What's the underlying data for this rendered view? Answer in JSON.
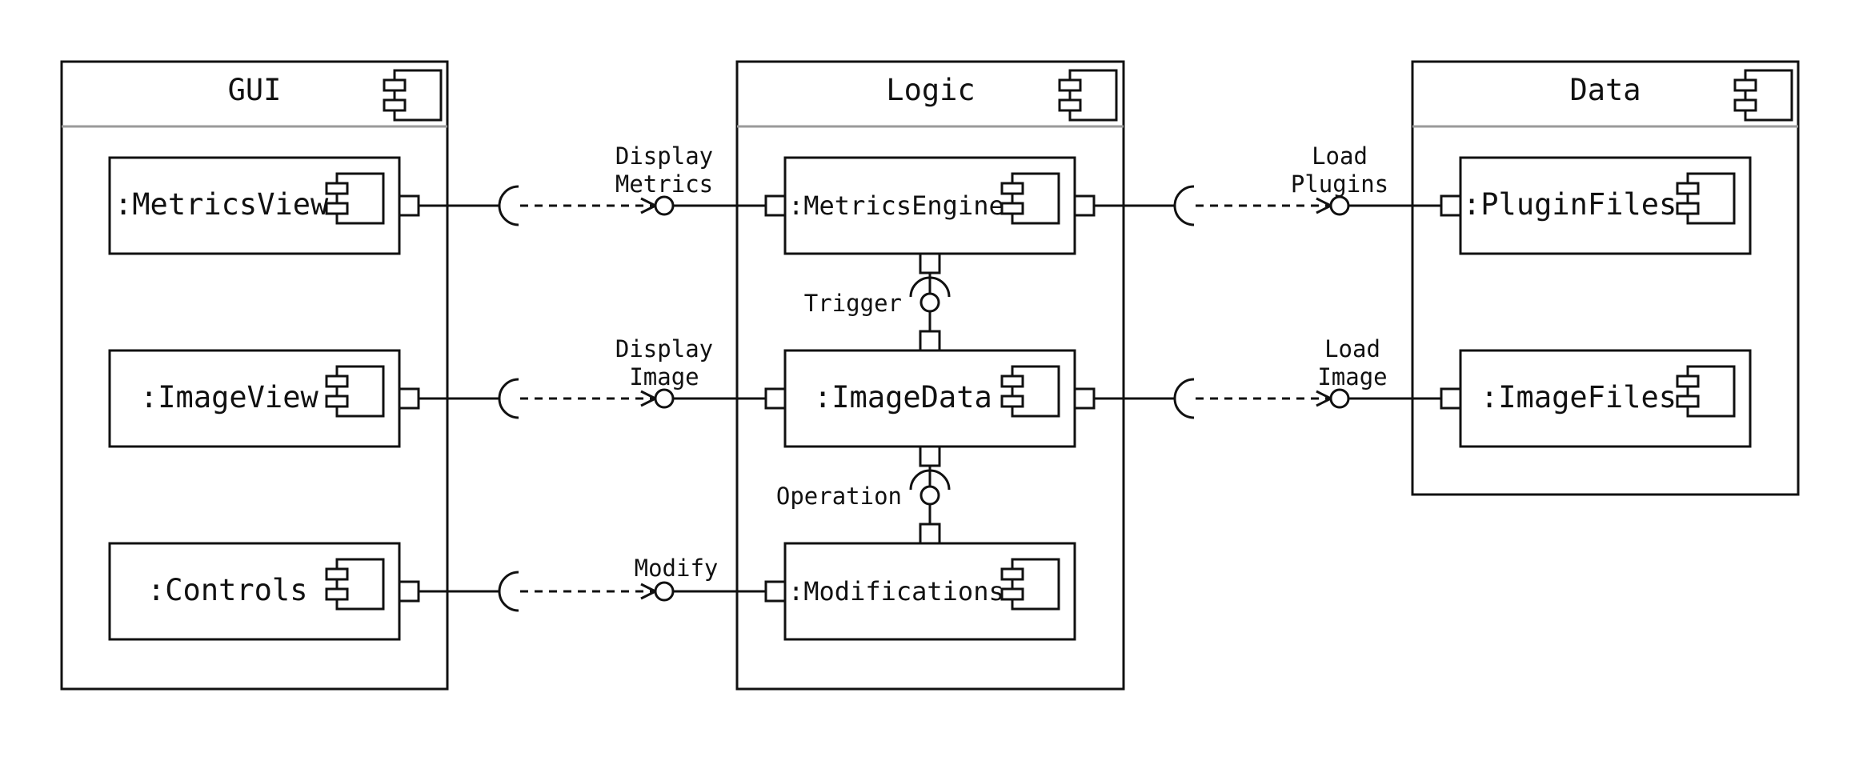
{
  "packages": {
    "gui": {
      "title": "GUI"
    },
    "logic": {
      "title": "Logic"
    },
    "data": {
      "title": "Data"
    }
  },
  "components": {
    "metrics_view": ":MetricsView",
    "image_view": ":ImageView",
    "controls": ":Controls",
    "metrics_engine": ":MetricsEngine",
    "image_data": ":ImageData",
    "modifications": ":Modifications",
    "plugin_files": ":PluginFiles",
    "image_files": ":ImageFiles"
  },
  "interfaces": {
    "display_metrics": [
      "Display",
      "Metrics"
    ],
    "display_image": [
      "Display",
      "Image"
    ],
    "modify": "Modify",
    "load_plugins": [
      "Load",
      "Plugins"
    ],
    "load_image": [
      "Load",
      "Image"
    ],
    "trigger": "Trigger",
    "operation": "Operation"
  },
  "icons": [
    "component-icon"
  ],
  "colors": {
    "stroke": "#111111",
    "separator": "#9a9a9a",
    "background": "#ffffff"
  }
}
